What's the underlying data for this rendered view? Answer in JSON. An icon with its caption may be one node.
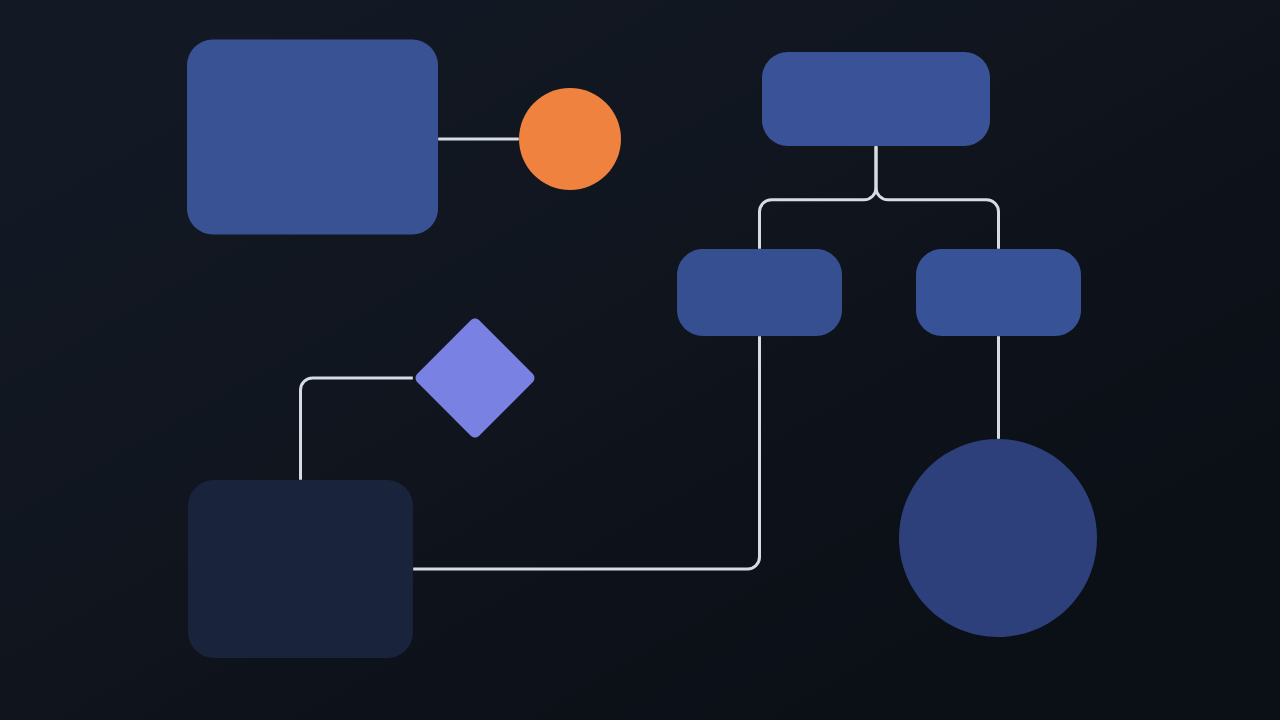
{
  "diagram": {
    "nodes": [
      {
        "text": [],
        "shape": "box"
      },
      {
        "text": [],
        "shape": "circle"
      },
      {
        "text": [],
        "shape": "box"
      },
      {
        "text": [],
        "shape": "box"
      },
      {
        "text": [],
        "shape": "box"
      },
      {
        "text": [],
        "shape": "diamond"
      },
      {
        "text": [],
        "shape": "box"
      },
      {
        "text": [],
        "shape": "circle"
      }
    ],
    "edges": [
      {
        "from": 0,
        "to": 1,
        "arrow": "none"
      },
      {
        "from": 2,
        "to": 3,
        "arrow": "none"
      },
      {
        "from": 2,
        "to": 4,
        "arrow": "none"
      },
      {
        "from": 5,
        "to": 6,
        "arrow": "none"
      },
      {
        "from": 6,
        "to": 3,
        "arrow": "none"
      },
      {
        "from": 4,
        "to": 7,
        "arrow": "none"
      }
    ]
  }
}
